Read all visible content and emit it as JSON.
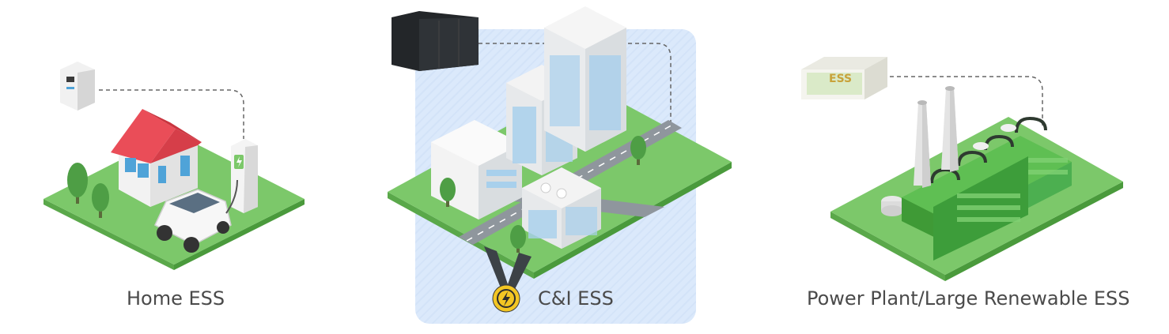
{
  "sections": [
    {
      "label": "Home ESS"
    },
    {
      "label": "C&I ESS"
    },
    {
      "label": "Power Plant/Large Renewable ESS"
    }
  ],
  "container_text": "ESS",
  "colors": {
    "grass": "#7cc86a",
    "grass_side": "#5aa84a",
    "roof": "#e94a55",
    "ci_background": "#dbe9fb",
    "road": "#8f969d",
    "factory": "#4caf50",
    "bolt_badge": "#f3c623",
    "label_text": "#4a4a4a"
  }
}
